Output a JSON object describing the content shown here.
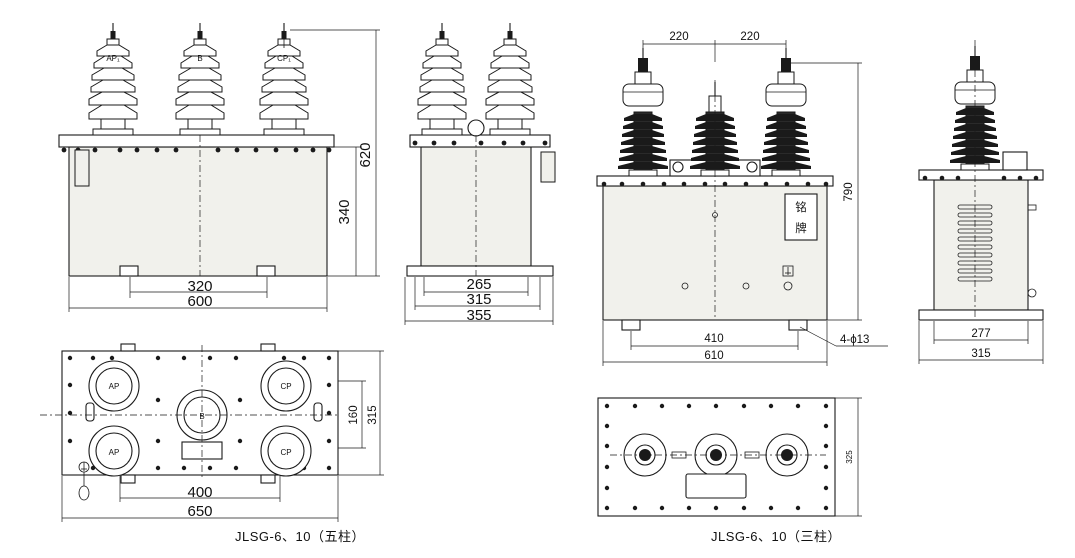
{
  "five_pillar": {
    "front_view": {
      "terminal_labels": [
        "AP₁",
        "B",
        "CP₁"
      ],
      "dims": {
        "width_inner": "320",
        "width_total": "600",
        "height_body": "340",
        "height_total": "620"
      }
    },
    "side_view": {
      "dims": {
        "width_1": "265",
        "width_2": "315",
        "width_3": "355"
      }
    },
    "top_view": {
      "bushing_labels": [
        "AP",
        "CP",
        "B",
        "AP",
        "CP"
      ],
      "dims": {
        "width_inner": "400",
        "width_total": "650",
        "depth_inner": "160",
        "depth_total": "315"
      }
    },
    "caption": "JLSG-6、10（五柱）"
  },
  "three_pillar": {
    "front_view": {
      "spacing_labels": [
        "220",
        "220"
      ],
      "nameplate_text": [
        "铭",
        "牌"
      ],
      "dims": {
        "height_total": "790",
        "width_inner": "410",
        "width_total": "610",
        "holes": "4-ϕ13"
      }
    },
    "side_view": {
      "dims": {
        "width_inner": "277",
        "width_total": "315"
      }
    },
    "top_view": {
      "dims": {
        "depth": "325"
      }
    },
    "caption": "JLSG-6、10（三柱）"
  },
  "icons": [
    "insulator-icon",
    "bolt-icon",
    "ground-symbol-icon",
    "nameplate-icon"
  ]
}
